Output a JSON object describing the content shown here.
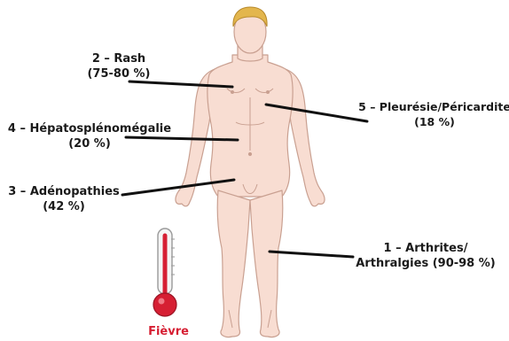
{
  "annotations": {
    "rash": {
      "title": "2 – Rash",
      "value": "(75-80 %)"
    },
    "hepatosplenomegaly": {
      "title": "4 – Hépatosplénomégalie",
      "value": "(20 %)"
    },
    "adenopathies": {
      "title": "3 – Adénopathies",
      "value": "(42 %)"
    },
    "pleuresie": {
      "title": "5 – Pleurésie/Péricardite",
      "value": "(18 %)"
    },
    "arthrites": {
      "title": "1 – Arthrites/",
      "value": "Arthralgies (90-98 %)"
    }
  },
  "fever": {
    "label": "Fièvre",
    "color": "#d61f33"
  },
  "colors": {
    "skin": "#f8ddd2",
    "skin_outline": "#c9a091",
    "hair": "#e3b64d",
    "leader_line": "#111111"
  }
}
